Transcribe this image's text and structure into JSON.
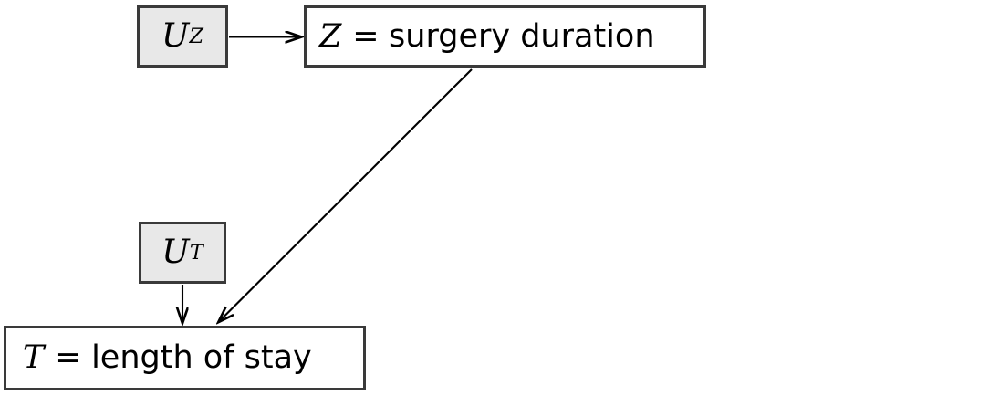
{
  "diagram": {
    "title": "causal-graph",
    "background_color": "#ffffff",
    "node_border_color": "#3a3a3a",
    "latent_fill_color": "#e8e8e8",
    "observed_fill_color": "#ffffff",
    "edge_color": "#000000",
    "nodes": [
      {
        "id": "uz",
        "kind": "latent",
        "symbol": "U",
        "subscript": "Z",
        "label": "U_Z"
      },
      {
        "id": "ut",
        "kind": "latent",
        "symbol": "U",
        "subscript": "T",
        "label": "U_T"
      },
      {
        "id": "z",
        "kind": "observed",
        "symbol": "Z",
        "equals": "=",
        "description": "surgery duration",
        "label": "Z = surgery duration"
      },
      {
        "id": "t",
        "kind": "observed",
        "symbol": "T",
        "equals": "=",
        "description": "length of stay",
        "label": "T = length of stay"
      }
    ],
    "edges": [
      {
        "id": "uz-to-z",
        "from": "uz",
        "to": "z",
        "style": "solid-arrow"
      },
      {
        "id": "z-to-t",
        "from": "z",
        "to": "t",
        "style": "solid-arrow"
      },
      {
        "id": "ut-to-t",
        "from": "ut",
        "to": "t",
        "style": "solid-arrow"
      }
    ]
  }
}
